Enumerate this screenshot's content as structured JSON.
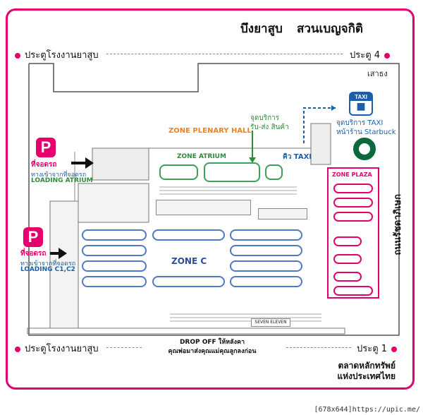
{
  "header": {
    "title_left": "บึงยาสูบ",
    "title_right": "สวนเบญจกิติ"
  },
  "gates": {
    "top_left": "ประตูโรงงานยาสูบ",
    "top_right": "ประตู 4",
    "bottom_left": "ประตูโรงงานยาสูบ",
    "bottom_right": "ประตู 1"
  },
  "landmarks": {
    "pillar": "เสาธง",
    "taxi_sign": "TAXI",
    "taxi_service_line1": "จุดบริการ TAXI",
    "taxi_service_line2": "หน้าร้าน Starbuck",
    "taxi_queue": "คิว TAXI",
    "road_right": "ถนนรัชดาภิเษก",
    "market_line1": "ตลาดหลักทรัพย์",
    "market_line2": "แห่งประเทศไทย"
  },
  "zones": {
    "plenary": "ZONE PLENARY HALL",
    "atrium": "ZONE ATRIUM",
    "plaza": "ZONE PLAZA",
    "zone_c": "ZONE C",
    "goods_line1": "จุดบริการ",
    "goods_line2": "รับ-ส่ง สินค้า",
    "seven_eleven": "SEVEN ELEVEN"
  },
  "parking": [
    {
      "label": "ที่จอดรถ",
      "entry": "ทางเข้าจากที่จอดรถ",
      "loading": "LOADING ATRIUM"
    },
    {
      "label": "ที่จอดรถ",
      "entry": "ทางเข้าจากที่จอดรถ",
      "loading": "LOADING C1,C2"
    }
  ],
  "parking_letter": "P",
  "dropoff": {
    "line1": "DROP OFF ให้หลังคา",
    "line2": "คุณพ่อมาส่งคุณแม่คุณลูกลงก่อน"
  },
  "watermark": "[678x644]https://upic.me/",
  "colors": {
    "brand_pink": "#e6006e",
    "zone_blue": "#4f78c8",
    "zone_green": "#3aa05a",
    "zone_orange": "#f0811e",
    "taxi_blue": "#1a5fa8"
  }
}
